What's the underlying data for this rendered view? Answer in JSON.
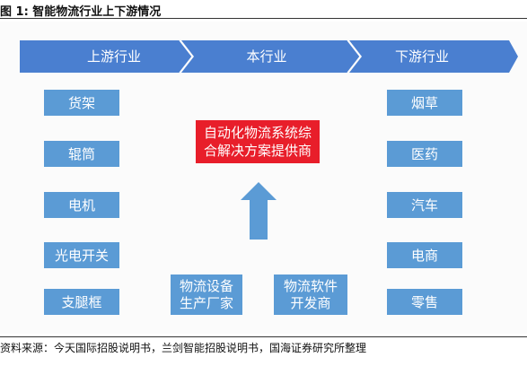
{
  "figure": {
    "title": "图 1:  智能物流行业上下游情况",
    "source": "资料来源：今天国际招股说明书，兰剑智能招股说明书，国海证券研究所整理"
  },
  "stages": [
    "上游行业",
    "本行业",
    "下游行业"
  ],
  "upstream": [
    "货架",
    "辊筒",
    "电机",
    "光电开关",
    "支腿框"
  ],
  "downstream": [
    "烟草",
    "医药",
    "汽车",
    "电商",
    "零售"
  ],
  "center": {
    "line1": "自动化物流系统综",
    "line2": "合解决方案提供商"
  },
  "bottom_boxes": [
    {
      "line1": "物流设备",
      "line2": "生产厂家"
    },
    {
      "line1": "物流软件",
      "line2": "开发商"
    }
  ],
  "colors": {
    "chevron": "#4a7fd0",
    "box": "#5b9bd5",
    "center": "#e81e2a",
    "arrow": "#5b9bd5"
  }
}
